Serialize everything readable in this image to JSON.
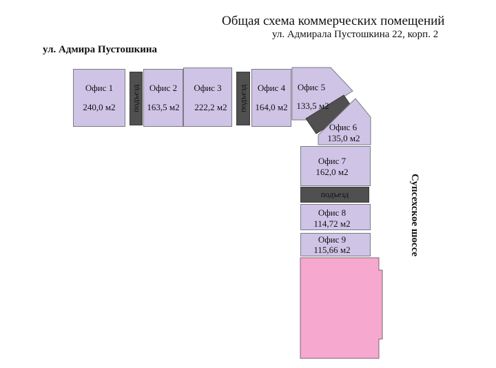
{
  "header": {
    "title": "Общая схема коммерческих помещений",
    "subtitle": "ул. Адмирала Пустошкина  22, корп. 2"
  },
  "streets": {
    "top": "ул. Адмира Пустошкина",
    "right": "Супсехское шоссе"
  },
  "offices": [
    {
      "name": "Офис 1",
      "area": "240,0 м2"
    },
    {
      "name": "Офис 2",
      "area": "163,5 м2"
    },
    {
      "name": "Офис 3",
      "area": "222,2 м2"
    },
    {
      "name": "Офис 4",
      "area": "164,0 м2"
    },
    {
      "name": "Офис 5",
      "area": "133,5 м2"
    },
    {
      "name": "Офис 6",
      "area": "135,0 м2"
    },
    {
      "name": "Офис 7",
      "area": "162,0 м2"
    },
    {
      "name": "Офис 8",
      "area": "114,72 м2"
    },
    {
      "name": "Офис 9",
      "area": "115,66 м2"
    }
  ],
  "entrance_label": "подъезд",
  "colors": {
    "office_fill": "#cfc4e6",
    "entrance_fill": "#505050",
    "other_premises_fill": "#f6a8cf"
  }
}
